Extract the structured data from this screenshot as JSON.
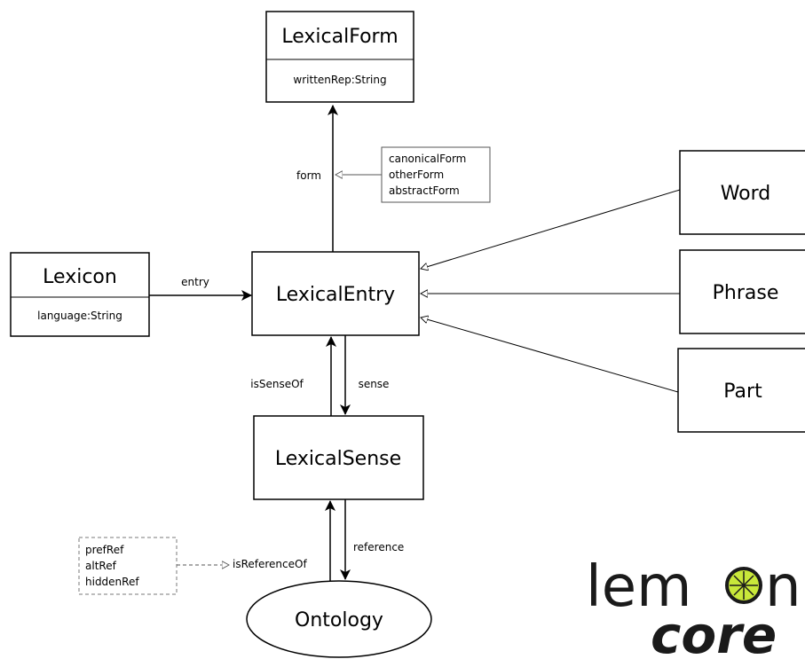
{
  "classes": {
    "lexical_form": {
      "name": "LexicalForm",
      "attribute": "writtenRep:String"
    },
    "lexicon": {
      "name": "Lexicon",
      "attribute": "language:String"
    },
    "lexical_entry": {
      "name": "LexicalEntry"
    },
    "lexical_sense": {
      "name": "LexicalSense"
    },
    "ontology": {
      "name": "Ontology"
    },
    "word": {
      "name": "Word"
    },
    "phrase": {
      "name": "Phrase"
    },
    "part": {
      "name": "Part"
    }
  },
  "relations": {
    "form": "form",
    "entry": "entry",
    "is_sense_of": "isSenseOf",
    "sense": "sense",
    "reference": "reference",
    "is_reference_of": "isReferenceOf"
  },
  "form_subproperties": [
    "canonicalForm",
    "otherForm",
    "abstractForm"
  ],
  "reference_subproperties": [
    "prefRef",
    "altRef",
    "hiddenRef"
  ],
  "logo": {
    "line1": "lem",
    "line1_tail": "n",
    "line2": "core",
    "lemon_color": "#c8e83a",
    "text_color": "#1a1a1a"
  },
  "colors": {
    "stroke": "#000000",
    "background": "#ffffff",
    "dashed": "#7a7a7a"
  }
}
